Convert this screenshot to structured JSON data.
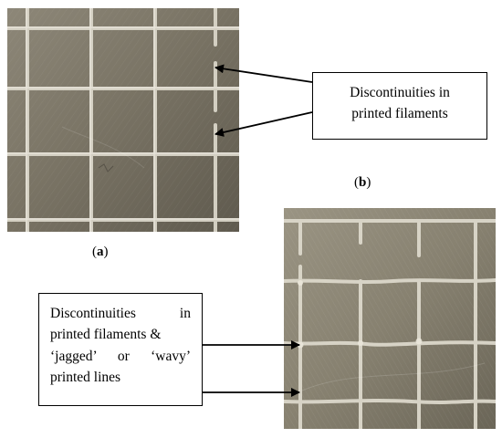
{
  "figure": {
    "panel_a": {
      "label_open": "(",
      "label_letter": "a",
      "label_close": ")",
      "description_icon": "metal-grid-photo"
    },
    "panel_b": {
      "label_open": "(",
      "label_letter": "b",
      "label_close": ")",
      "description_icon": "metal-grid-photo"
    },
    "callout_a": {
      "line1": "Discontinuities in",
      "line2": "printed filaments"
    },
    "callout_b": {
      "line1": "Discontinuities in",
      "line2": "printed filaments &",
      "line3": "‘jagged’ or ‘wavy’",
      "line4": "printed lines"
    },
    "colors": {
      "metal_base": "#7d7768",
      "metal_light": "#a6a091",
      "filament": "#d8d4c6",
      "arrow": "#000000"
    }
  }
}
